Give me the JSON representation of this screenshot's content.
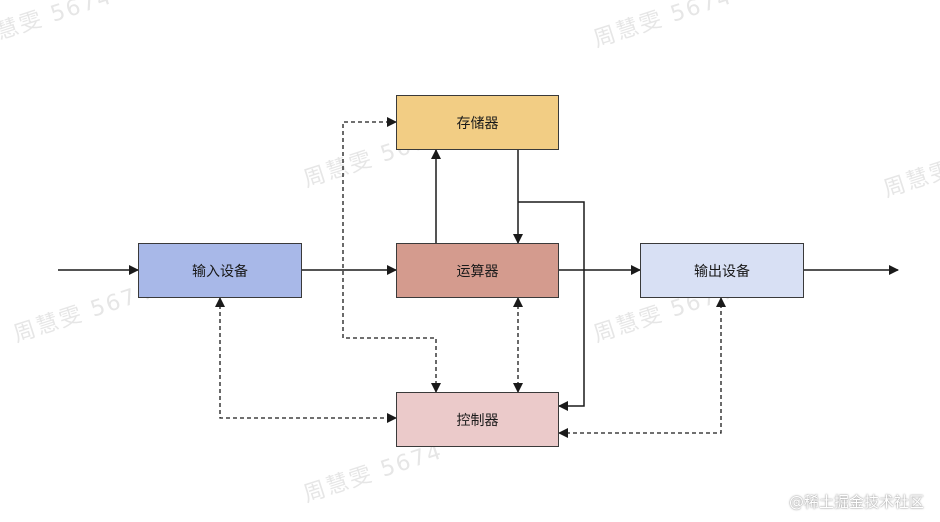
{
  "nodes": {
    "storage": "存储器",
    "input": "输入设备",
    "alu": "运算器",
    "output": "输出设备",
    "control": "控制器"
  },
  "colors": {
    "storage": "#f2cd84",
    "input": "#a8b8e8",
    "alu": "#d49b8e",
    "output": "#d8e0f4",
    "control": "#ebcaca",
    "line": "#1a1a1a"
  },
  "watermark": "周慧雯 5674",
  "credit": "@稀土掘金技术社区"
}
